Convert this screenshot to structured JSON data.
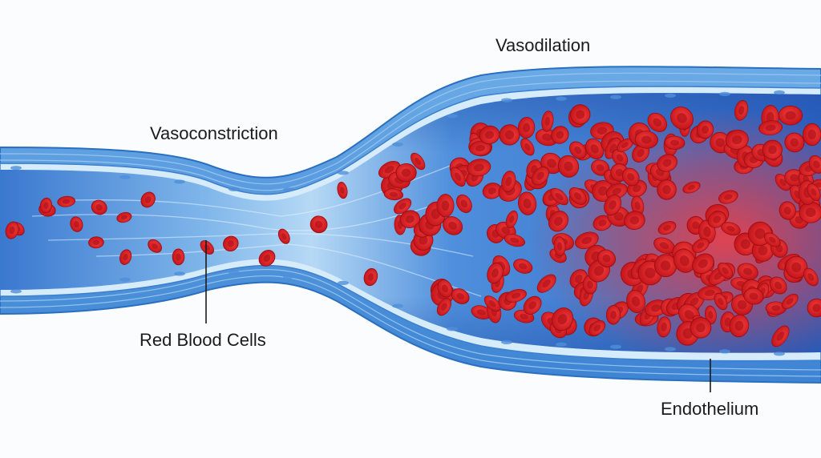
{
  "labels": {
    "vasodilation": "Vasodilation",
    "vasoconstriction": "Vasoconstriction",
    "red_blood_cells": "Red Blood Cells",
    "endothelium": "Endothelium"
  },
  "colors": {
    "background": "#fbfcfd",
    "vessel_wall": "#5b9fe0",
    "vessel_wall_dark": "#2a6fc0",
    "lumen_light": "#a9d0f2",
    "lumen_dark": "#2c67c4",
    "endothelium": "#d7ecfb",
    "red_blood_cell": "#d81e22",
    "red_blood_cell_center": "#b5141a",
    "blood_glow": "#e23a3c"
  }
}
